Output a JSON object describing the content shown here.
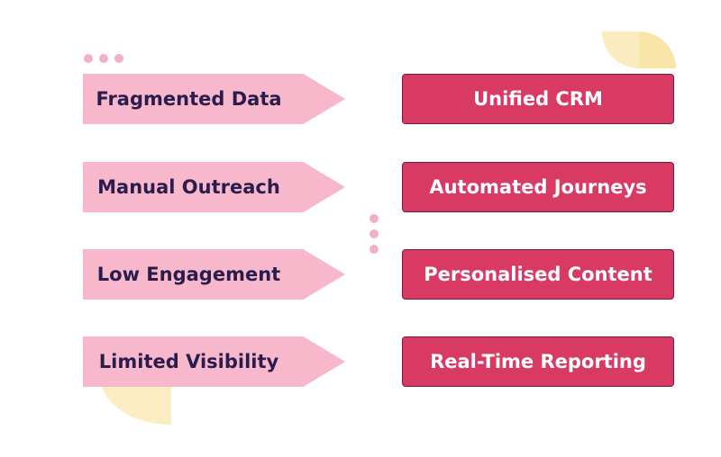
{
  "colors": {
    "arrow_fill": "#f8b8cb",
    "arrow_text": "#2a1c4d",
    "box_fill": "#d93a64",
    "box_border": "#7a1a38",
    "box_text": "#ffffff",
    "accent_yellow": "#faeab8",
    "dot_pink": "#f4afc7"
  },
  "problems": [
    {
      "label": "Fragmented Data"
    },
    {
      "label": "Manual Outreach"
    },
    {
      "label": "Low Engagement"
    },
    {
      "label": "Limited Visibility"
    }
  ],
  "solutions": [
    {
      "label": "Unified CRM"
    },
    {
      "label": "Automated Journeys"
    },
    {
      "label": "Personalised Content"
    },
    {
      "label": "Real-Time Reporting"
    }
  ]
}
